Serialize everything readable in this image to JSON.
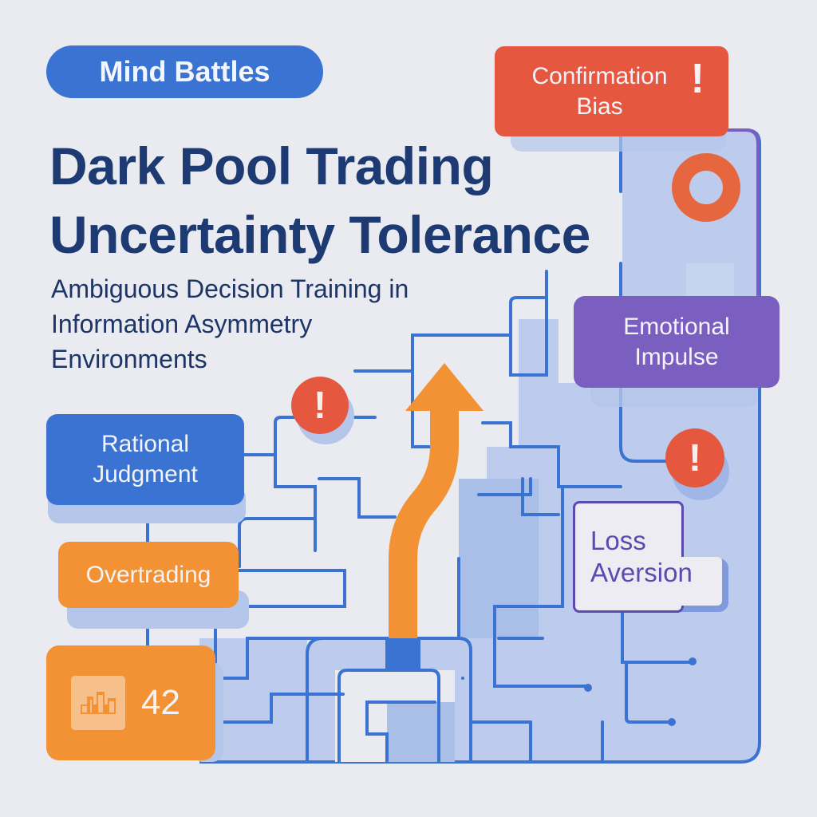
{
  "header": {
    "badge_label": "Mind Battles",
    "title_line1": "Dark Pool Trading",
    "title_line2": "Uncertainty Tolerance",
    "subtitle_line1": "Ambiguous Decision Training in",
    "subtitle_line2": "Information Asymmetry",
    "subtitle_line3": "Environments"
  },
  "nodes": {
    "confirmation_bias": {
      "line1": "Confirmation",
      "line2": "Bias",
      "icon": "exclamation-icon",
      "color": "#e5583f"
    },
    "emotional_impulse": {
      "line1": "Emotional",
      "line2": "Impulse",
      "color": "#7a5fc0"
    },
    "rational_judgment": {
      "line1": "Rational",
      "line2": "Judgment",
      "color": "#3a73d1"
    },
    "overtrading": {
      "label": "Overtrading",
      "color": "#f29235"
    },
    "loss_aversion": {
      "line1": "Loss",
      "line2": "Aversion",
      "color": "#5a4bb0"
    },
    "score": {
      "value": "42",
      "icon": "bar-chart-icon",
      "color": "#f29235"
    }
  },
  "alerts": [
    {
      "glyph": "!",
      "icon": "exclamation-icon"
    },
    {
      "glyph": "!",
      "icon": "exclamation-icon"
    }
  ],
  "colors": {
    "background": "#e9ebf0",
    "maze_line": "#3a73d1",
    "maze_fill": "#b4c6ea",
    "path_arrow": "#f29235",
    "title": "#1d3a72",
    "warning": "#e5583f"
  }
}
